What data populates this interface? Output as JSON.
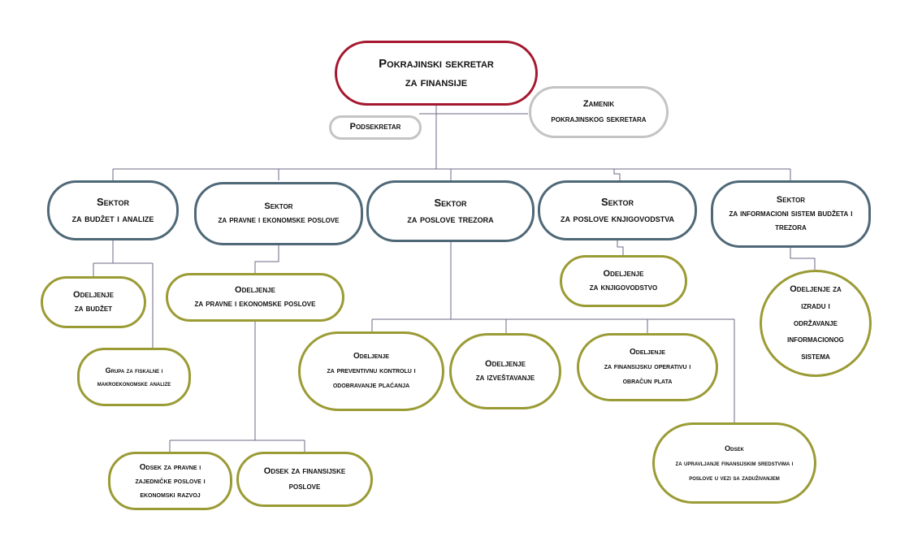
{
  "chart": {
    "head": {
      "title": "Pokrajinski sekretar",
      "subtitle": "za finansije"
    },
    "deputy": {
      "title": "Zamenik",
      "subtitle": "pokrajinskog sekretara"
    },
    "undersecretary": {
      "title": "Podsekretar"
    },
    "sectors": [
      {
        "title": "Sektor",
        "subtitle": "za budžet i analize"
      },
      {
        "title": "Sektor",
        "subtitle": "za pravne i ekonomske poslove"
      },
      {
        "title": "Sektor",
        "subtitle": "za poslove trezora"
      },
      {
        "title": "Sektor",
        "subtitle": "za poslove knjigovodstva"
      },
      {
        "title": "Sektor",
        "subtitle": "za informacioni sistem budžeta i trezora"
      }
    ],
    "units": {
      "budget_dept": {
        "title": "Odeljenje",
        "subtitle": "za budžet"
      },
      "fiscal_group": {
        "title": "Grupa za fiskalne i makroekonomske analize"
      },
      "legal_dept": {
        "title": "Odeljenje",
        "subtitle": "za pravne i ekonomske poslove"
      },
      "legal_section": {
        "title": "Odsek za pravne i zajedničke poslove i ekonomski razvoj"
      },
      "finance_section": {
        "title": "Odsek za finansijske poslove"
      },
      "control_dept": {
        "title": "Odeljenje",
        "subtitle": "za preventivnu kontrolu i odobravanje plaćanja"
      },
      "reporting_dept": {
        "title": "Odeljenje",
        "subtitle": "za izveštavanje"
      },
      "operations_dept": {
        "title": "Odeljenje",
        "subtitle": "za finansijsku operativu i obračun plata"
      },
      "funds_section": {
        "title": "Odsek",
        "subtitle": "za upravljanje finansijskim sredstvima i poslove u vezi sa zaduživanjem"
      },
      "accounting_dept": {
        "title": "Odeljenje",
        "subtitle": "za knjigovodstvo"
      },
      "it_dept": {
        "title": "Odeljenje za izradu i održavanje informacionog sistema"
      }
    }
  },
  "colors": {
    "head_border": "#a5182f",
    "deputy_border": "#c4c4c4",
    "sector_border": "#4f6877",
    "unit_border": "#9b9b35",
    "connector": "#6e6a86"
  }
}
